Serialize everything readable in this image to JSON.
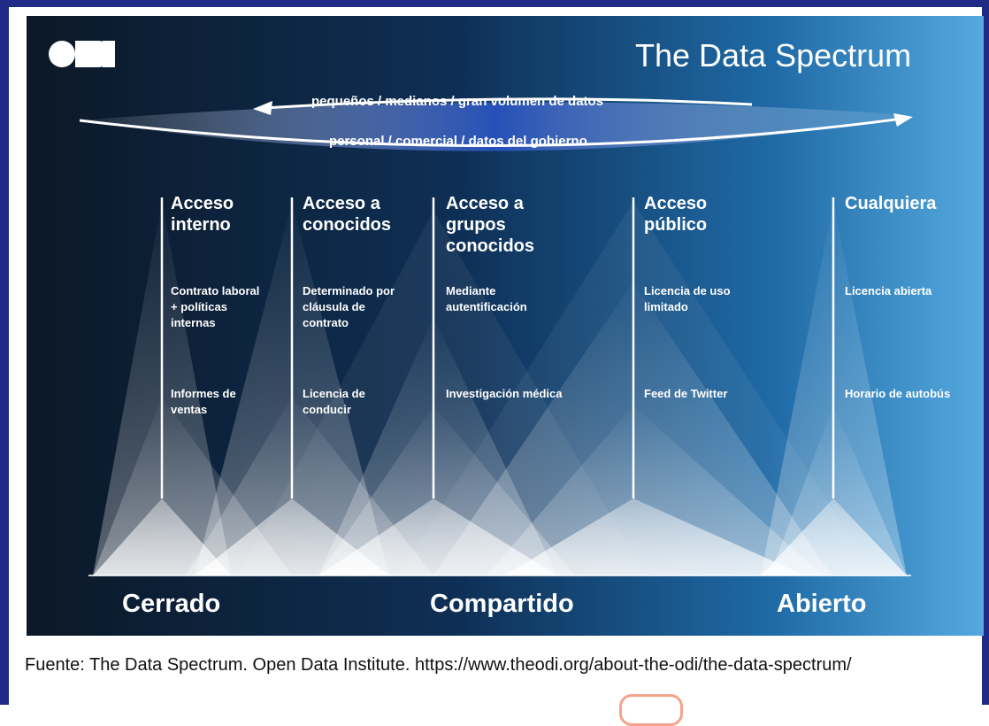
{
  "logo": {
    "text": "ODI"
  },
  "title": "The Data Spectrum",
  "arrows": {
    "top": "pequeños  /  medianos  /  gran volumen de datos",
    "bottom": "personal  /  comercial  /  datos del gobierno"
  },
  "columns": [
    {
      "heading": "Acceso\ninterno",
      "policy": "Contrato laboral\n+ políticas\ninternas",
      "example": "Informes de\nventas"
    },
    {
      "heading": "Acceso a\nconocidos",
      "policy": "Determinado por\ncláusula de\ncontrato",
      "example": "Licencia de\nconducir"
    },
    {
      "heading": "Acceso a\ngrupos\nconocidos",
      "policy": "Mediante\nautentificación",
      "example": "Investigación médica"
    },
    {
      "heading": "Acceso\npúblico",
      "policy": "Licencia de uso\nlimitado",
      "example": "Feed de Twitter"
    },
    {
      "heading": "Cualquiera",
      "policy": "Licencia abierta",
      "example": "Horario de autobús"
    }
  ],
  "bottom_labels": {
    "left": "Cerrado",
    "center": "Compartido",
    "right": "Abierto"
  },
  "source": "Fuente: The Data Spectrum. Open Data Institute. https://www.theodi.org/about-the-odi/the-data-spectrum/",
  "colors": {
    "frame": "#1f2b86",
    "dark_left": "#0d1a2b",
    "mid": "#0f3a66",
    "right": "#4fa3dc",
    "text": "#ffffff"
  }
}
